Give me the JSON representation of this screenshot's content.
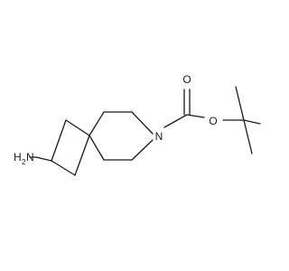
{
  "structure": {
    "atoms": {
      "carbonyl_oxygen": "O",
      "ester_oxygen": "O",
      "ring_nitrogen": "N",
      "amine_group": "H2N"
    },
    "amine_parts": {
      "h": "H",
      "sub": "2",
      "n": "N"
    }
  }
}
